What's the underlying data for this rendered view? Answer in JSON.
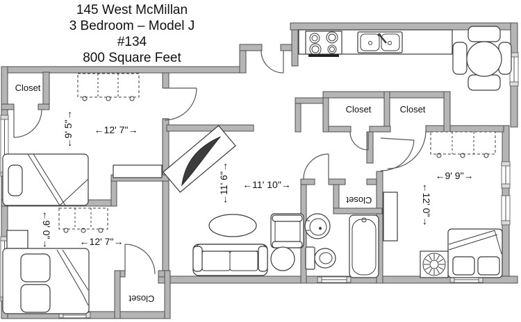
{
  "title": {
    "line1": "145 West McMillan",
    "line2": "3 Bedroom – Model J",
    "line3": "#134",
    "line4": "800 Square Feet"
  },
  "labels": {
    "closet_top_left": "Closet",
    "closet_hall_left": "Closet",
    "closet_hall_right": "Closet",
    "closet_linen": "Closet",
    "closet_bottom": "Closet"
  },
  "dimensions": {
    "bedroom1_width": "←12' 7\"→",
    "bedroom1_depth": "←9' 5\"→",
    "bedroom2_width": "←12' 7\"→",
    "bedroom2_depth": "←9' 0\"→",
    "living_width": "←11' 10\"→",
    "living_depth": "←11' 6\"→",
    "bedroom3_width": "←9' 9\"→",
    "bedroom3_depth": "←12' 0\"→"
  },
  "colors": {
    "wall": "#b5b5b5",
    "wall_outline": "#4d4d4d",
    "line": "#3a3a3a",
    "background": "#ffffff",
    "text": "#111111"
  }
}
